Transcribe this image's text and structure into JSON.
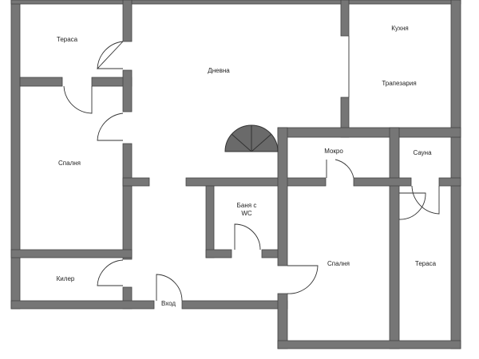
{
  "rooms": {
    "terrace_top": "Тераса",
    "living": "Дневна",
    "kitchen": "Кухня",
    "dining": "Трапезария",
    "bedroom_left": "Спалня",
    "wet_room": "Мокро",
    "sauna": "Сауна",
    "bath_line1": "Баня с",
    "bath_line2": "WC",
    "bedroom_right": "Спалня",
    "terrace_right": "Тераса",
    "storage": "Килер",
    "entrance": "Вход"
  },
  "colors": {
    "wall": "#767676"
  }
}
